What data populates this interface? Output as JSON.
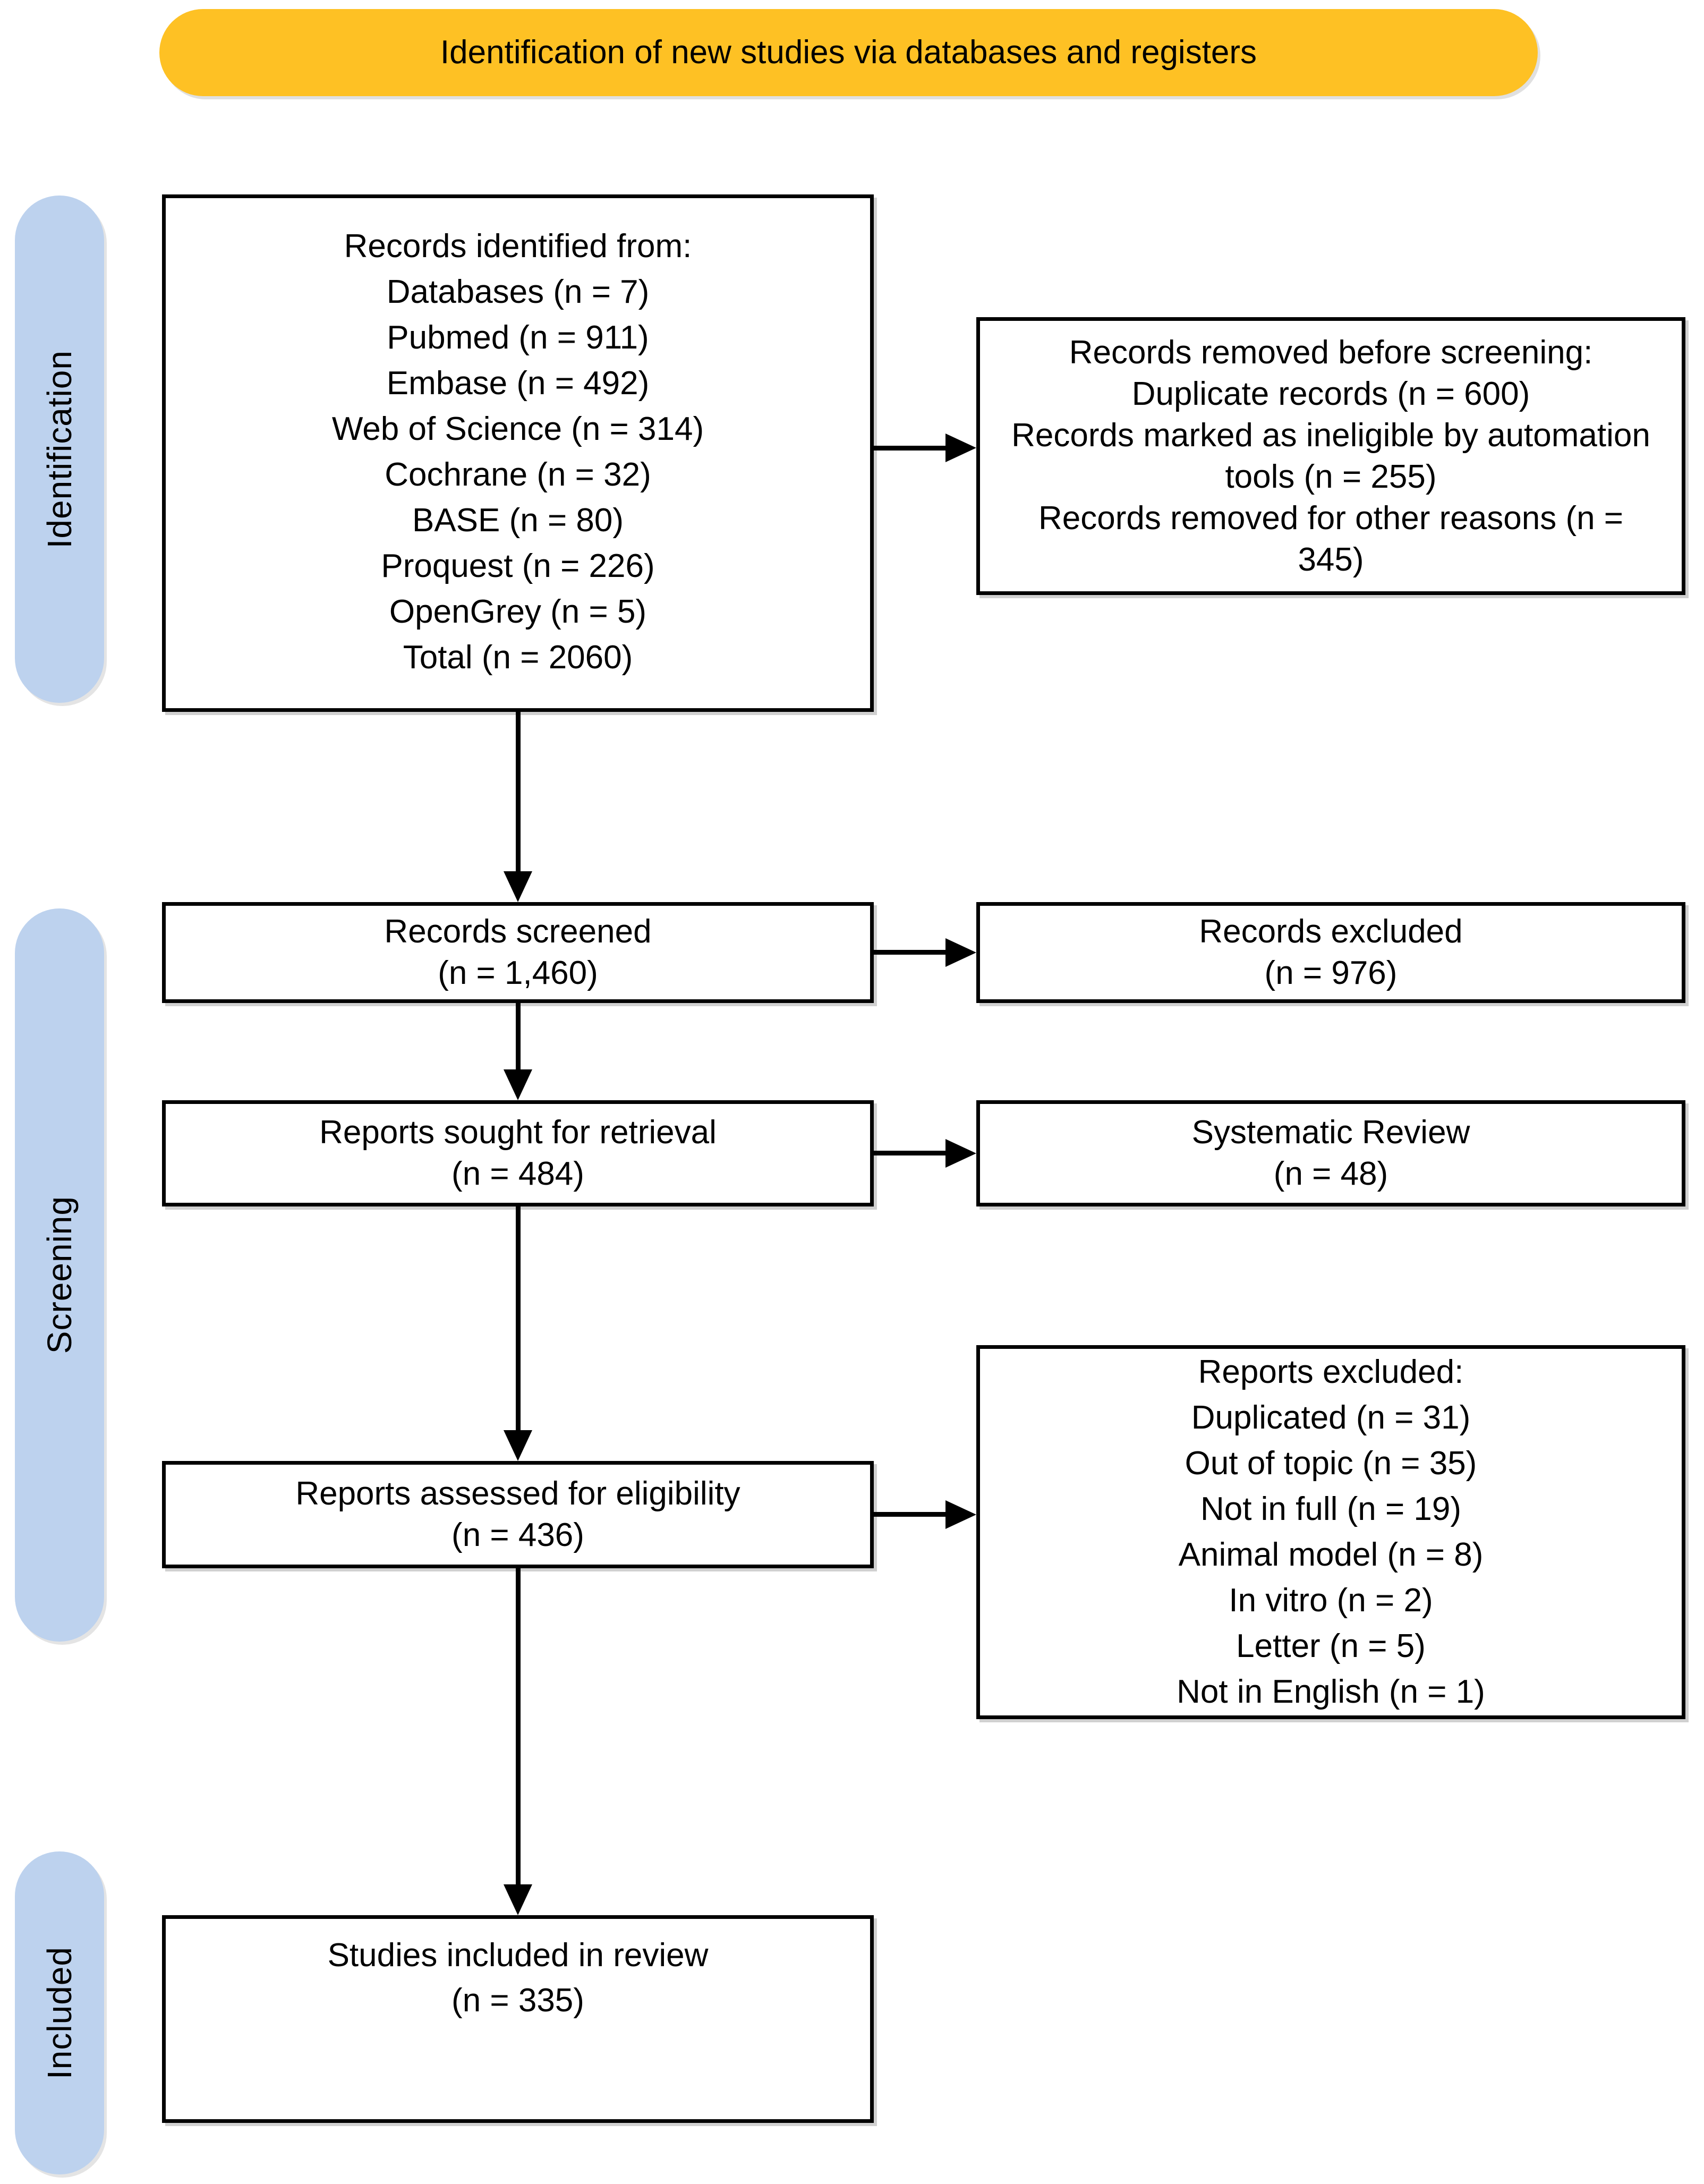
{
  "colors": {
    "banner_bg": "#FEC124",
    "stage_bg": "#BDD2EE",
    "line": "#000000"
  },
  "banner": {
    "label": "Identification of new studies via databases and registers"
  },
  "stages": {
    "identification": "Identification",
    "screening": "Screening",
    "included": "Included"
  },
  "boxes": {
    "records_identified": {
      "lines": [
        "Records identified from:",
        "Databases (n = 7)",
        "Pubmed (n = 911)",
        "Embase (n = 492)",
        "Web of Science (n = 314)",
        "Cochrane (n = 32)",
        "BASE (n = 80)",
        "Proquest  (n = 226)",
        "OpenGrey (n = 5)",
        "Total (n = 2060)"
      ]
    },
    "records_removed": {
      "lines": [
        "Records removed before screening:",
        "Duplicate records (n = 600)",
        "Records marked as ineligible by automation tools (n = 255)",
        "Records removed for other reasons (n = 345)"
      ]
    },
    "records_screened": {
      "lines": [
        "Records screened",
        "(n = 1,460)"
      ]
    },
    "records_excluded": {
      "lines": [
        "Records excluded",
        "(n = 976)"
      ]
    },
    "reports_sought": {
      "lines": [
        "Reports sought for retrieval",
        "(n = 484)"
      ]
    },
    "systematic_review": {
      "lines": [
        "Systematic Review",
        "(n = 48)"
      ]
    },
    "reports_assessed": {
      "lines": [
        "Reports assessed for eligibility",
        "(n = 436)"
      ]
    },
    "reports_excluded": {
      "lines": [
        "Reports excluded:",
        "Duplicated (n = 31)",
        "Out of topic (n = 35)",
        "Not in full (n = 19)",
        "Animal model (n = 8)",
        "In vitro (n = 2)",
        "Letter (n = 5)",
        "Not in English (n = 1)"
      ]
    },
    "studies_included": {
      "lines": [
        "Studies included in review",
        "(n = 335)"
      ]
    }
  }
}
